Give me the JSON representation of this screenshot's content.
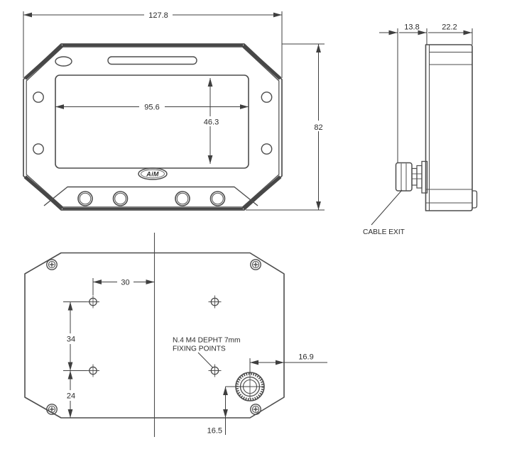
{
  "drawing": {
    "title": "dash-display-dimensional-drawing",
    "background": "#ffffff",
    "line_color": "#4d4d4d",
    "text_color": "#2b2b2b",
    "front_view": {
      "overall_width": "127.8",
      "overall_height": "82",
      "display_width": "95.6",
      "display_height": "46.3",
      "logo": "AiM"
    },
    "side_view": {
      "bezel_depth": "13.8",
      "body_depth": "22.2",
      "cable_exit_label": "CABLE EXIT"
    },
    "back_view": {
      "fixing_span_horizontal": "30",
      "fixing_span_vertical": "34",
      "fixing_bottom_offset": "24",
      "gland_edge_offset": "16.9",
      "gland_bottom_offset": "16.5",
      "fixing_note_line1": "N.4 M4 DEPHT 7mm",
      "fixing_note_line2": "FIXING POINTS"
    }
  }
}
